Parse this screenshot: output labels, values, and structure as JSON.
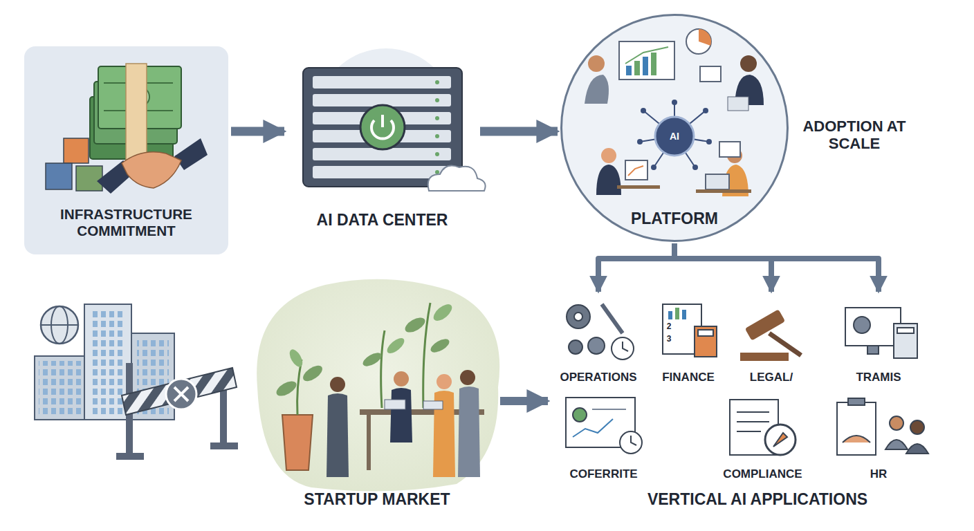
{
  "diagram": {
    "nodes": [
      {
        "text": [
          "INFRASTRUCTURE COMMITMENT"
        ]
      },
      {
        "text": [
          "AI DATA CENTER"
        ]
      },
      {
        "text": [
          "PLATFORM"
        ]
      },
      {
        "text": [
          "STARTUP MARKET"
        ]
      },
      {
        "text": [
          "VERTICAL AI APPLICATIONS"
        ]
      },
      {
        "text": [
          "OPERATIONS"
        ],
        "in": 4
      },
      {
        "text": [
          "FINANCE"
        ],
        "in": 4
      },
      {
        "text": [
          "LEGAL/"
        ],
        "in": 4
      },
      {
        "text": [
          "TRAMIS"
        ],
        "in": 4
      },
      {
        "text": [
          "COFERRITE"
        ],
        "in": 4
      },
      {
        "text": [
          "COMPLIANCE"
        ],
        "in": 4
      },
      {
        "text": [
          "HR"
        ],
        "in": 4
      }
    ],
    "edges": [
      {
        "from": 0,
        "to": 1,
        "arrow": "to"
      },
      {
        "from": 1,
        "to": 2,
        "arrow": "to"
      },
      {
        "from": 2,
        "to": 5,
        "arrow": "to"
      },
      {
        "from": 2,
        "to": 7,
        "arrow": "to"
      },
      {
        "from": 2,
        "to": 8,
        "arrow": "to"
      },
      {
        "from": 3,
        "to": 4,
        "arrow": "to"
      }
    ],
    "labels": [
      "ADOPTION AT SCALE",
      "AI",
      "2",
      "3"
    ]
  }
}
